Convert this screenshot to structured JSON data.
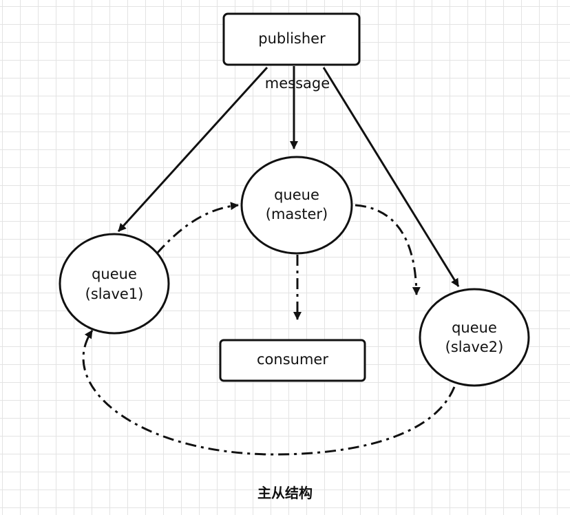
{
  "nodes": {
    "publisher": "publisher",
    "consumer": "consumer",
    "master": [
      "queue",
      "(master)"
    ],
    "slave1": [
      "queue",
      "(slave1)"
    ],
    "slave2": [
      "queue",
      "(slave2)"
    ]
  },
  "edge_label": "message",
  "caption": "主从结构"
}
